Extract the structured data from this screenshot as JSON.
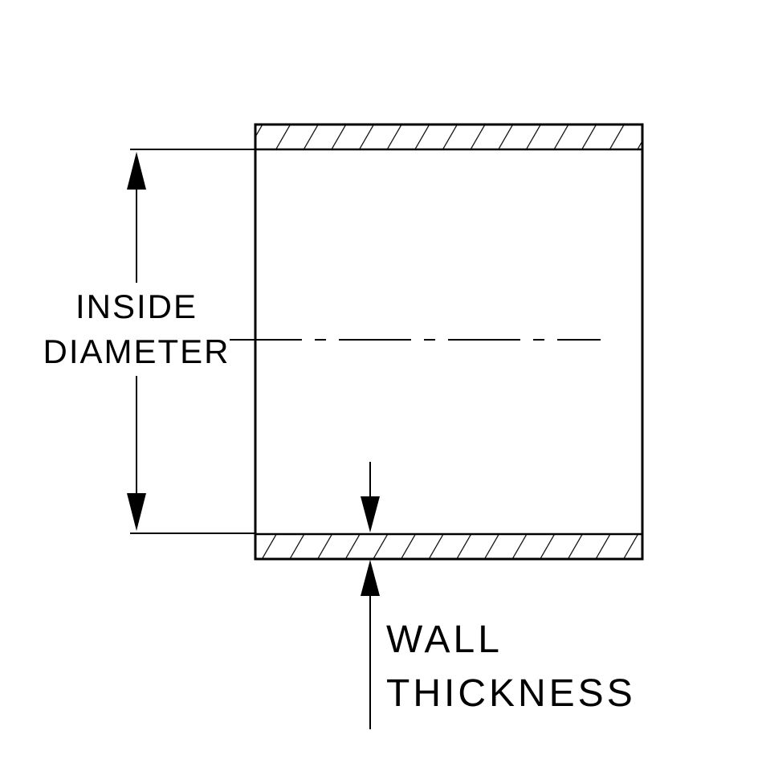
{
  "diagram": {
    "type": "engineering-cross-section",
    "subject": "hose coupler tube cross-section with dimension callouts",
    "colors": {
      "line": "#000000",
      "background": "#ffffff"
    },
    "labels": {
      "inside_diameter": {
        "line1": "INSIDE",
        "line2": "DIAMETER"
      },
      "wall_thickness": {
        "line1": "WALL",
        "line2": "THICKNESS"
      }
    }
  }
}
